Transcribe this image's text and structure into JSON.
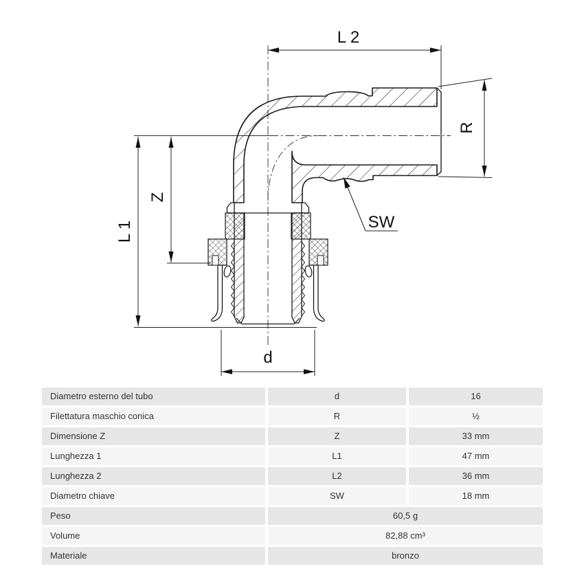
{
  "drawing": {
    "labels": {
      "l2": "L 2",
      "r": "R",
      "z": "Z",
      "l1": "L 1",
      "sw": "SW",
      "d": "d"
    }
  },
  "table": {
    "rows": [
      {
        "label": "Diametro esterno del tubo",
        "symbol": "d",
        "value": "16",
        "merged": false
      },
      {
        "label": "Filettatura maschio conica",
        "symbol": "R",
        "value": "½",
        "merged": false
      },
      {
        "label": "Dimensione Z",
        "symbol": "Z",
        "value": "33 mm",
        "merged": false
      },
      {
        "label": "Lunghezza 1",
        "symbol": "L1",
        "value": "47 mm",
        "merged": false
      },
      {
        "label": "Lunghezza 2",
        "symbol": "L2",
        "value": "36 mm",
        "merged": false
      },
      {
        "label": "Diametro chiave",
        "symbol": "SW",
        "value": "18 mm",
        "merged": false
      },
      {
        "label": "Peso",
        "value": "60,5 g",
        "merged": true
      },
      {
        "label": "Volume",
        "value": "82,88 cm³",
        "merged": true
      },
      {
        "label": "Materiale",
        "value": "bronzo",
        "merged": true
      }
    ]
  },
  "colors": {
    "row_odd": "#e6e6e6",
    "row_even": "#f5f5f5",
    "line": "#1a1a1a",
    "text": "#333333"
  }
}
